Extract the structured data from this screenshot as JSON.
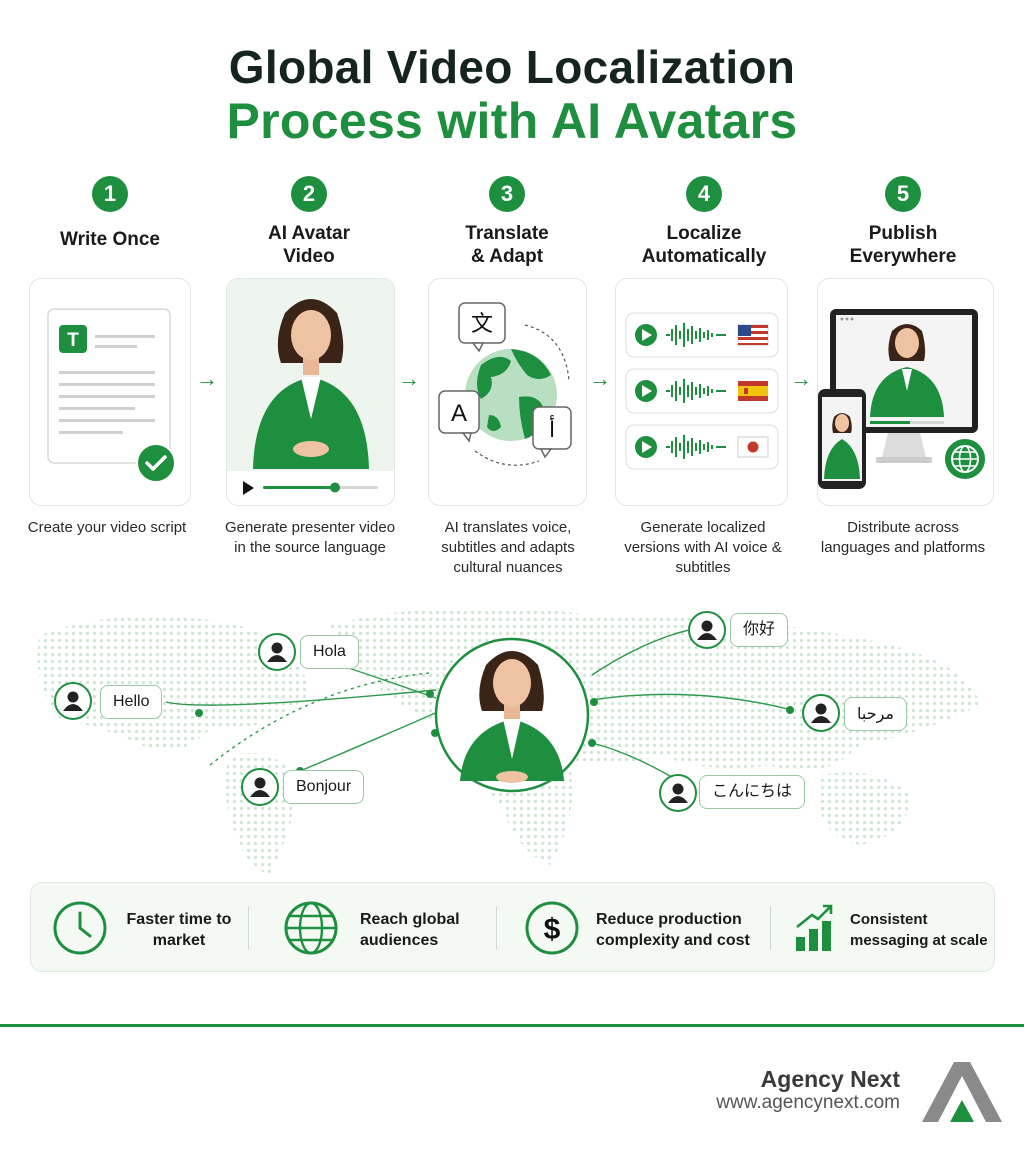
{
  "title_line1": "Global Video Localization",
  "title_line2": "Process with AI Avatars",
  "steps": [
    {
      "number": "1",
      "title": "Write Once",
      "desc": "Create your video script"
    },
    {
      "number": "2",
      "title": "AI Avatar Video",
      "desc": "Generate presenter video in the source language"
    },
    {
      "number": "3",
      "title": "Translate & Adapt",
      "desc": "AI translates voice, subtitles and adapts cultural nuances"
    },
    {
      "number": "4",
      "title": "Localize Automatically",
      "desc": "Generate localized versions with AI voice & subtitles"
    },
    {
      "number": "5",
      "title": "Publish Everywhere",
      "desc": "Distribute across languages and platforms"
    }
  ],
  "script_icon_letter": "T",
  "translate_glyphs": {
    "chinese": "文",
    "latin": "A",
    "arabic": "أ"
  },
  "audio_flags": [
    "us-flag",
    "spain-flag",
    "japan-flag"
  ],
  "greetings": {
    "hello": "Hello",
    "hola": "Hola",
    "bonjour": "Bonjour",
    "nihao": "你好",
    "marhaba": "مرحبا",
    "konnichiwa": "こんにちは"
  },
  "benefits": [
    {
      "icon": "clock-icon",
      "label": "Faster time to market"
    },
    {
      "icon": "globe-icon",
      "label": "Reach global audiences"
    },
    {
      "icon": "dollar-icon",
      "label": "Reduce production complexity and cost"
    },
    {
      "icon": "growth-chart-icon",
      "label": "Consistent messaging at scale"
    }
  ],
  "brand": {
    "name": "Agency Next",
    "url": "www.agencynext.com"
  },
  "colors": {
    "primary_green": "#1e8f3e",
    "dark_text": "#15251d",
    "card_border": "#dfe8e1"
  }
}
